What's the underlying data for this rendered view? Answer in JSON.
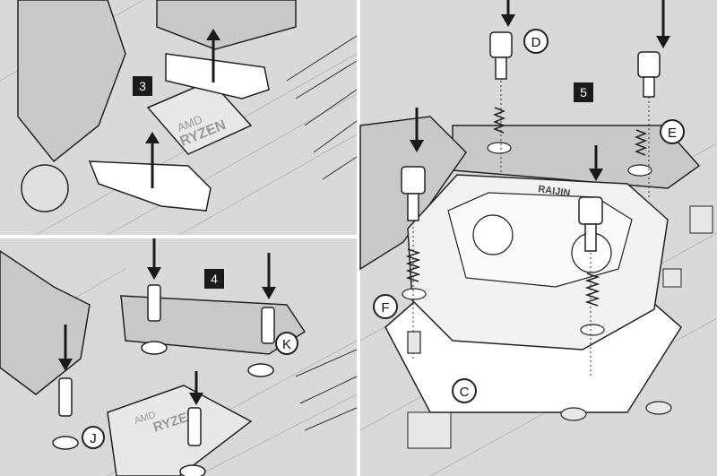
{
  "panels": [
    {
      "step": "3",
      "processor_brand": "AMD",
      "processor_name": "RYZEN"
    },
    {
      "step": "4",
      "processor_brand": "AMD",
      "processor_name": "RYZEN"
    },
    {
      "step": "5",
      "block_brand": "RAIJIN"
    }
  ],
  "callouts": {
    "d": "D",
    "e": "E",
    "f": "F",
    "c": "C",
    "k": "K",
    "j": "J"
  },
  "colors": {
    "board": "#d9d9d9",
    "outline": "#222222",
    "step_badge": "#1a1a1a",
    "white": "#ffffff"
  },
  "icons": [
    "down-arrow-icon",
    "up-arrow-icon",
    "spring-icon",
    "thumbscrew-icon",
    "standoff-icon"
  ]
}
